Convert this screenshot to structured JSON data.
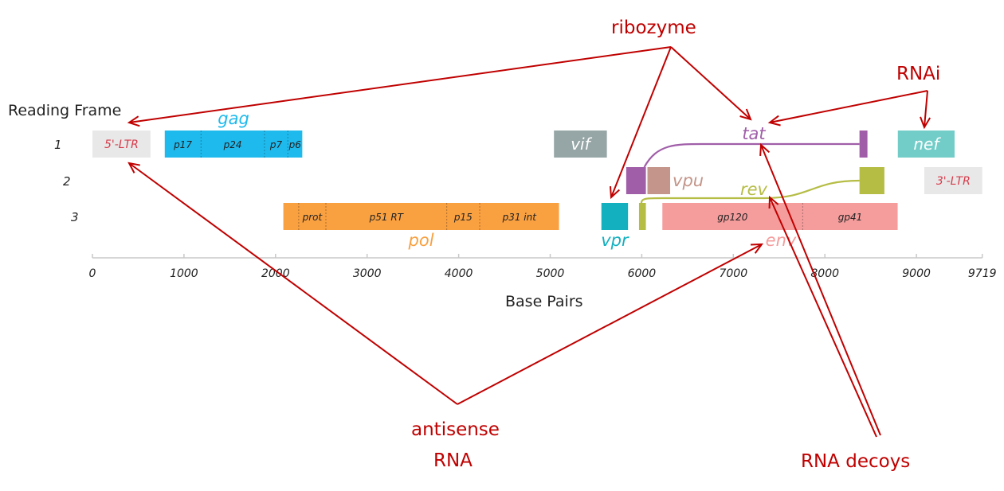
{
  "title": "HIV-1 genome map with therapeutic RNA targets",
  "axis": {
    "label": "Base Pairs",
    "min": 0,
    "max": 9719,
    "ticks": [
      0,
      1000,
      2000,
      3000,
      4000,
      5000,
      6000,
      7000,
      8000,
      9000,
      9719
    ]
  },
  "frames": {
    "heading": "Reading Frame",
    "labels": [
      "1",
      "2",
      "3"
    ]
  },
  "genes": [
    {
      "id": "ltr5",
      "label": "5'-LTR",
      "frame": 1,
      "start": 0,
      "end": 634,
      "color": "#e8e8e8",
      "label_color": "#d63c4c",
      "label_inside": true
    },
    {
      "id": "gag",
      "label": "gag",
      "frame": 1,
      "start": 790,
      "end": 2292,
      "color": "#1fbaed",
      "label_color": "#1fbaed",
      "label_position": "above",
      "segments": [
        {
          "label": "p17",
          "end": 1186
        },
        {
          "label": "p24",
          "end": 1879
        },
        {
          "label": "p7",
          "end": 2134
        },
        {
          "label": "p6",
          "end": 2292
        }
      ]
    },
    {
      "id": "pol",
      "label": "pol",
      "frame": 3,
      "start": 2085,
      "end": 5096,
      "color": "#f9a040",
      "label_color": "#f9a040",
      "label_position": "below",
      "segments": [
        {
          "label": "",
          "end": 2253
        },
        {
          "label": "prot",
          "end": 2550
        },
        {
          "label": "p51 RT",
          "end": 3870
        },
        {
          "label": "p15",
          "end": 4230
        },
        {
          "label": "p31 int",
          "end": 5096
        }
      ]
    },
    {
      "id": "vif",
      "label": "vif",
      "frame": 1,
      "start": 5041,
      "end": 5619,
      "color": "#96a5a5",
      "label_color": "#ffffff",
      "label_inside": true
    },
    {
      "id": "vpr",
      "label": "vpr",
      "frame": 3,
      "start": 5559,
      "end": 5850,
      "color": "#13b0c0",
      "label_color": "#13b0c0",
      "label_position": "below"
    },
    {
      "id": "vpu",
      "label": "vpu",
      "frame": 2,
      "start": 6062,
      "end": 6310,
      "color": "#c4958a",
      "label_color": "#c4958a",
      "label_position": "right"
    },
    {
      "id": "env",
      "label": "env",
      "frame": 3,
      "start": 6225,
      "end": 8795,
      "color": "#f59c9c",
      "label_color": "#f59c9c",
      "label_position": "below",
      "segments": [
        {
          "label": "gp120",
          "end": 7758
        },
        {
          "label": "gp41",
          "end": 8795
        }
      ]
    },
    {
      "id": "nef",
      "label": "nef",
      "frame": 1,
      "start": 8797,
      "end": 9417,
      "color": "#72cdc8",
      "label_color": "#ffffff",
      "label_inside": true
    },
    {
      "id": "ltr3",
      "label": "3'-LTR",
      "frame": 2,
      "start": 9086,
      "end": 9719,
      "color": "#e8e8e8",
      "label_color": "#d63c4c",
      "label_inside": true
    }
  ],
  "spliced_genes": [
    {
      "id": "tat",
      "label": "tat",
      "color": "#a05ea8",
      "exon1": {
        "frame": 2,
        "start": 5830,
        "end": 6045
      },
      "exon2": {
        "frame": 1,
        "start": 8378,
        "end": 8465
      }
    },
    {
      "id": "rev",
      "label": "rev",
      "color": "#b5bd45",
      "exon1": {
        "frame": 3,
        "start": 5970,
        "end": 6045
      },
      "exon2": {
        "frame": 2,
        "start": 8378,
        "end": 8650
      }
    }
  ],
  "annotations": [
    {
      "id": "ribozyme",
      "label": "ribozyme",
      "targets": [
        "5'-LTR",
        "vpr",
        "tat"
      ]
    },
    {
      "id": "rnai",
      "label": "RNAi",
      "targets": [
        "tat",
        "nef"
      ]
    },
    {
      "id": "antisense",
      "label": "antisense RNA",
      "lines": [
        "antisense",
        "RNA"
      ],
      "targets": [
        "5'-LTR",
        "env"
      ]
    },
    {
      "id": "decoys",
      "label": "RNA decoys",
      "targets": [
        "tat",
        "rev"
      ]
    }
  ],
  "annotation_color": "#c00000"
}
